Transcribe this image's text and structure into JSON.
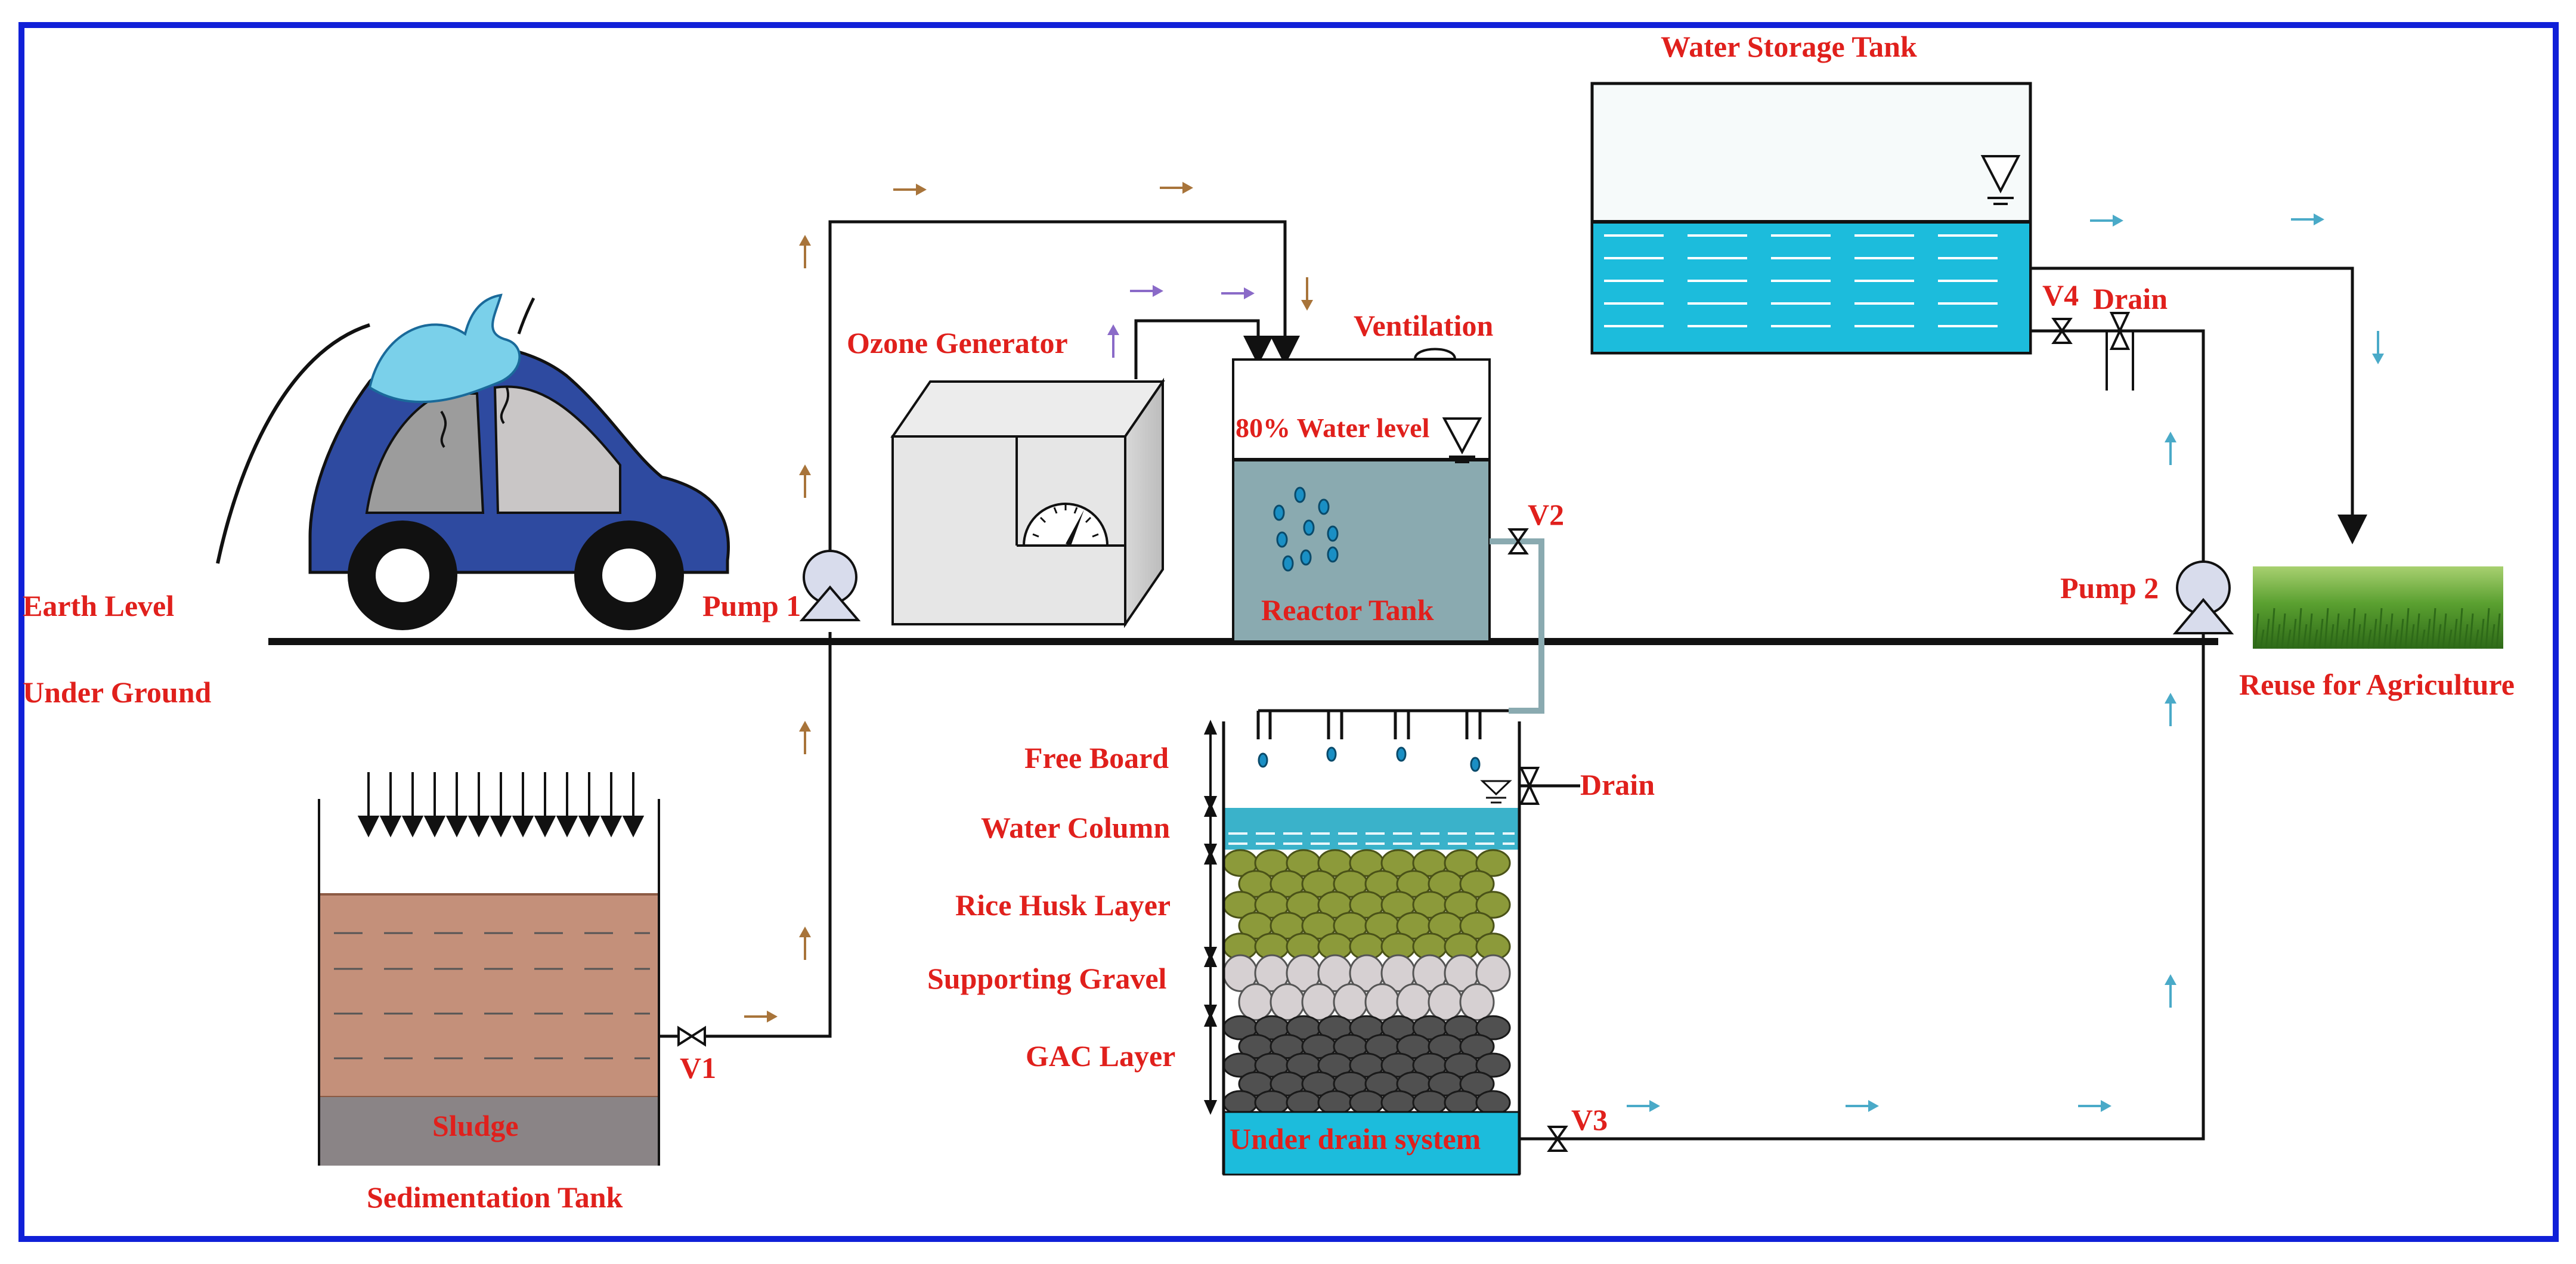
{
  "labels": {
    "earth_level": "Earth Level",
    "under_ground": "Under Ground",
    "pump1": "Pump 1",
    "pump2": "Pump 2",
    "ozone_generator": "Ozone Generator",
    "ventilation": "Ventilation",
    "water_level": "80% Water level",
    "v2": "V2",
    "reactor_tank": "Reactor Tank",
    "water_storage_tank": "Water Storage Tank",
    "v4": "V4",
    "drain_top": "Drain",
    "reuse": "Reuse for Agriculture",
    "free_board": "Free Board",
    "water_column": "Water Column",
    "rice_husk": "Rice Husk Layer",
    "supporting_gravel": "Supporting Gravel",
    "gac_layer": "GAC Layer",
    "drain_filter": "Drain",
    "under_drain": "Under drain system",
    "v3": "V3",
    "v1": "V1",
    "sludge": "Sludge",
    "sedimentation_tank": "Sedimentation Tank"
  },
  "colors": {
    "frame": "#1020d8",
    "label_red": "#e0201c",
    "flow_brown": "#a8743a",
    "flow_purple": "#8a6ac8",
    "flow_blue": "#4aaac8",
    "water_cyan": "#1cbcdc",
    "reactor_water": "#8aaab0",
    "sediment": "#c4907a",
    "sludge_gray": "#8a8486",
    "car_blue": "#2e4aa0",
    "rice_husk_green": "#8c9a3a",
    "gravel_gray": "#d6d0d2",
    "gac_dark": "#505050",
    "grass_green": "#5aa030"
  },
  "icons": [
    "car-icon",
    "pump-icon",
    "valve-icon",
    "gauge-icon",
    "grass-icon",
    "water-level-icon"
  ]
}
